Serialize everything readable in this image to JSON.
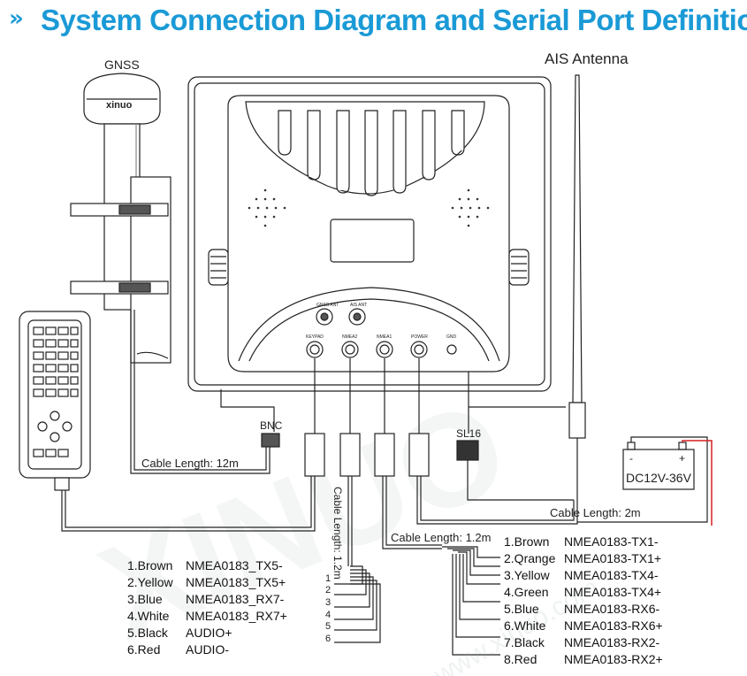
{
  "header": {
    "chevron": "»",
    "title": "System Connection Diagram and Serial Port Definition"
  },
  "labels": {
    "gnss": "GNSS",
    "ais_antenna": "AIS Antenna",
    "gnss_brand": "xinuo",
    "bnc": "BNC",
    "sl16": "SL16",
    "cable_12m": "Cable Length: 12m",
    "cable_2m": "Cable Length: 2m",
    "cable_1_2m_h": "Cable Length: 1.2m",
    "cable_1_2m_v": "Cable Length: 1.2m",
    "power": "DC12V-36V",
    "minus": "-",
    "plus": "+"
  },
  "ports": [
    "KEYPAD",
    "NMEA2",
    "NMEA1",
    "POWER",
    "GND"
  ],
  "antenna_ports": [
    "GNSS ANT",
    "AIS ANT"
  ],
  "wire_numbers": [
    "1",
    "2",
    "3",
    "4",
    "5",
    "6"
  ],
  "left_pinout": [
    {
      "num": "1.Brown",
      "signal": "NMEA0183_TX5-"
    },
    {
      "num": "2.Yellow",
      "signal": "NMEA0183_TX5+"
    },
    {
      "num": "3.Blue",
      "signal": "NMEA0183_RX7-"
    },
    {
      "num": "4.White",
      "signal": "NMEA0183_RX7+"
    },
    {
      "num": "5.Black",
      "signal": "AUDIO+"
    },
    {
      "num": "6.Red",
      "signal": "AUDIO-"
    }
  ],
  "right_pinout": [
    {
      "num": "1.Brown",
      "signal": "NMEA0183-TX1-"
    },
    {
      "num": "2.Qrange",
      "signal": "NMEA0183-TX1+"
    },
    {
      "num": "3.Yellow",
      "signal": "NMEA0183-TX4-"
    },
    {
      "num": "4.Green",
      "signal": "NMEA0183-TX4+"
    },
    {
      "num": "5.Blue",
      "signal": "NMEA0183-RX6-"
    },
    {
      "num": "6.White",
      "signal": "NMEA0183-RX6+"
    },
    {
      "num": "7.Black",
      "signal": "NMEA0183-RX2-"
    },
    {
      "num": "8.Red",
      "signal": "NMEA0183-RX2+"
    }
  ],
  "watermark": "www.xinuo.com",
  "colors": {
    "title": "#1a9ad6",
    "line": "#222222",
    "red_wire": "#d62020"
  }
}
